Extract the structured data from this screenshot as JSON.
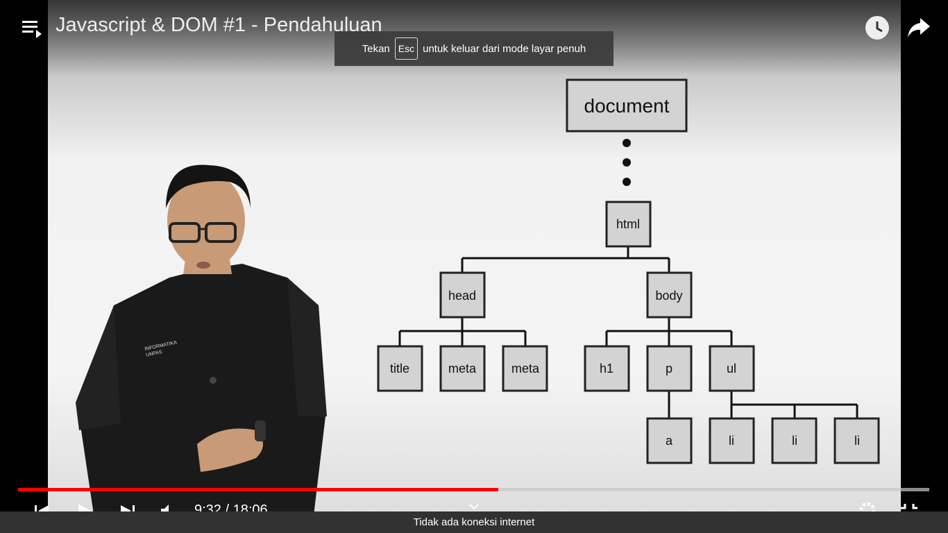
{
  "player": {
    "title": "Javascript & DOM #1 - Pendahuluan",
    "current_time": "9:32",
    "duration": "18:06",
    "time_separator": " / ",
    "progress_fraction": 0.527
  },
  "toast": {
    "prefix": "Tekan",
    "key": "Esc",
    "suffix": "untuk keluar dari mode layar penuh"
  },
  "offline_bar": {
    "text": "Tidak ada koneksi internet"
  },
  "slide": {
    "nodes": {
      "document": "document",
      "html": "html",
      "head": "head",
      "body": "body",
      "title": "title",
      "meta1": "meta",
      "meta2": "meta",
      "h1": "h1",
      "p": "p",
      "ul": "ul",
      "a": "a",
      "li1": "li",
      "li2": "li",
      "li3": "li"
    },
    "shirt_text": [
      "INFORMATIKA",
      "UNPAS"
    ]
  },
  "icons": {
    "playlist": "playlist-icon",
    "watch_later": "clock-icon",
    "share": "share-icon",
    "prev": "previous-icon",
    "play": "play-icon",
    "next": "next-icon",
    "volume": "volume-icon",
    "settings": "gear-icon",
    "fullscreen_exit": "fullscreen-exit-icon"
  },
  "colors": {
    "progress": "#ff0000",
    "box_fill": "#d3d3d3"
  }
}
